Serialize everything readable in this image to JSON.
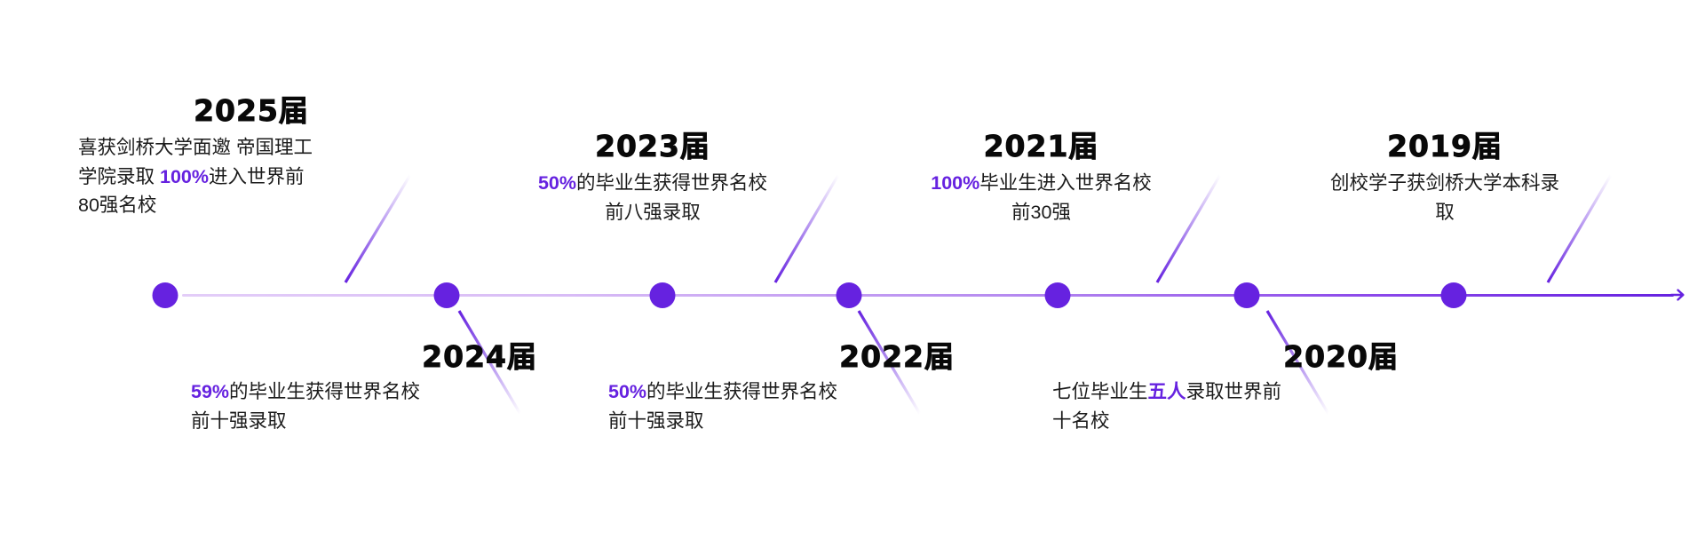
{
  "theme": {
    "accent": "#6622e0",
    "accent_light": "#d9bdf6",
    "text": "#1b1b1b",
    "heading": "#090909",
    "background": "#ffffff"
  },
  "timeline": {
    "orientation": "horizontal",
    "arrow_direction": "right",
    "dot_count": 7,
    "entries": [
      {
        "id": "2025",
        "year_label": "2025届",
        "position": "above",
        "align": "left",
        "lines": [
          [
            {
              "t": "喜获剑桥大学面邀 帝国理工",
              "hl": false
            }
          ],
          [
            {
              "t": "学院录取 ",
              "hl": false
            },
            {
              "t": "100%",
              "hl": true
            },
            {
              "t": "进入世界前",
              "hl": false
            }
          ],
          [
            {
              "t": "80强名校",
              "hl": false
            }
          ]
        ]
      },
      {
        "id": "2024",
        "year_label": "2024届",
        "position": "below",
        "align": "right",
        "lines": [
          [
            {
              "t": "59%",
              "hl": true
            },
            {
              "t": "的毕业生获得世界名校",
              "hl": false
            }
          ],
          [
            {
              "t": "前十强录取",
              "hl": false
            }
          ]
        ]
      },
      {
        "id": "2023",
        "year_label": "2023届",
        "position": "above",
        "align": "center",
        "lines": [
          [
            {
              "t": "50%",
              "hl": true
            },
            {
              "t": "的毕业生获得世界名校",
              "hl": false
            }
          ],
          [
            {
              "t": "前八强录取",
              "hl": false
            }
          ]
        ]
      },
      {
        "id": "2022",
        "year_label": "2022届",
        "position": "below",
        "align": "right",
        "lines": [
          [
            {
              "t": "50%",
              "hl": true
            },
            {
              "t": "的毕业生获得世界名校",
              "hl": false
            }
          ],
          [
            {
              "t": "前十强录取",
              "hl": false
            }
          ]
        ]
      },
      {
        "id": "2021",
        "year_label": "2021届",
        "position": "above",
        "align": "center",
        "lines": [
          [
            {
              "t": "100%",
              "hl": true
            },
            {
              "t": "毕业生进入世界名校",
              "hl": false
            }
          ],
          [
            {
              "t": "前30强",
              "hl": false
            }
          ]
        ]
      },
      {
        "id": "2020",
        "year_label": "2020届",
        "position": "below",
        "align": "right",
        "lines": [
          [
            {
              "t": "七位毕业生",
              "hl": false
            },
            {
              "t": "五人",
              "hl": true
            },
            {
              "t": "录取世界前",
              "hl": false
            }
          ],
          [
            {
              "t": "十名校",
              "hl": false
            }
          ]
        ]
      },
      {
        "id": "2019",
        "year_label": "2019届",
        "position": "above",
        "align": "center",
        "lines": [
          [
            {
              "t": "创校学子获剑桥大学本科录",
              "hl": false
            }
          ],
          [
            {
              "t": "取",
              "hl": false
            }
          ]
        ]
      }
    ]
  }
}
